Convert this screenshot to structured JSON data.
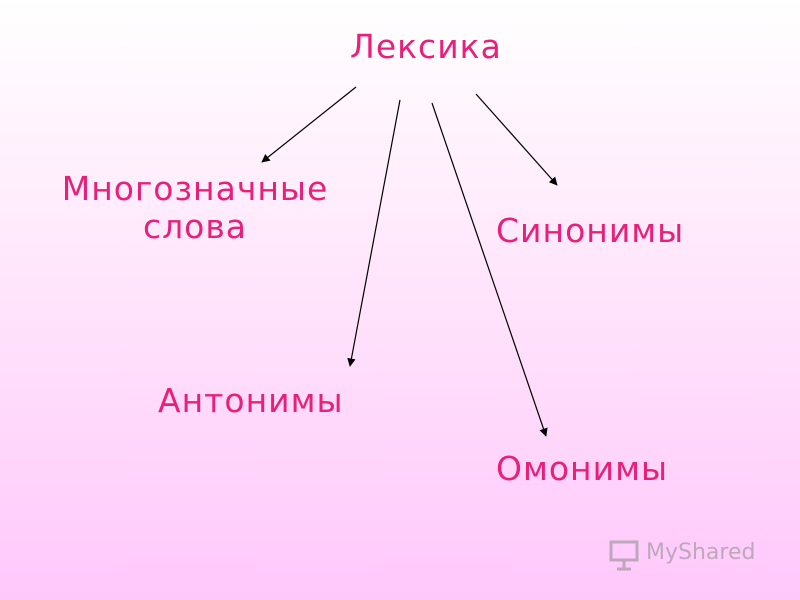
{
  "diagram": {
    "root": "Лексика",
    "nodes": {
      "polysemous_line1": "Многозначные",
      "polysemous_line2": "слова",
      "synonyms": "Синонимы",
      "antonyms": "Антонимы",
      "homonyms": "Омонимы"
    },
    "colors": {
      "text": "#e8207a",
      "arrow": "#000000"
    }
  },
  "watermark": {
    "text": "MyShared",
    "icon": "presentation-board-icon"
  }
}
